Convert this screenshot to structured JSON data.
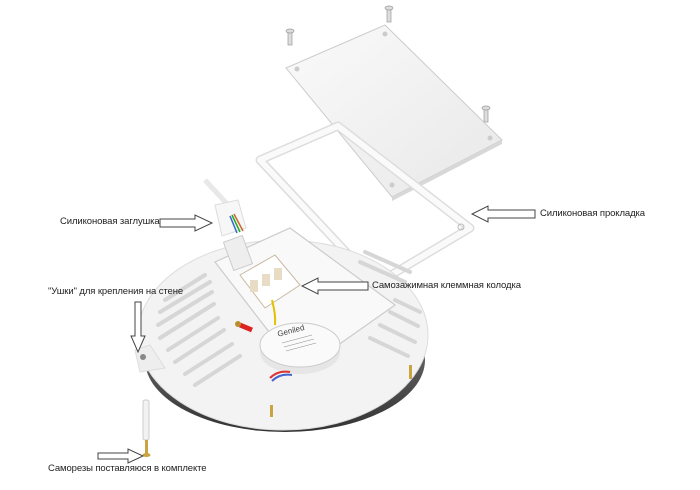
{
  "labels": {
    "plug": "Силиконовая заглушка",
    "gasket": "Силиконовая прокладка",
    "terminal": "Самозажимная клеммная колодка",
    "ears": "\"Ушки\" для крепления на стене",
    "screws": "Саморезы поставляюся в комплекте"
  },
  "brand": "Geniled",
  "colors": {
    "arrow": "#444444",
    "body": "#f4f4f4",
    "rim": "#555555"
  }
}
